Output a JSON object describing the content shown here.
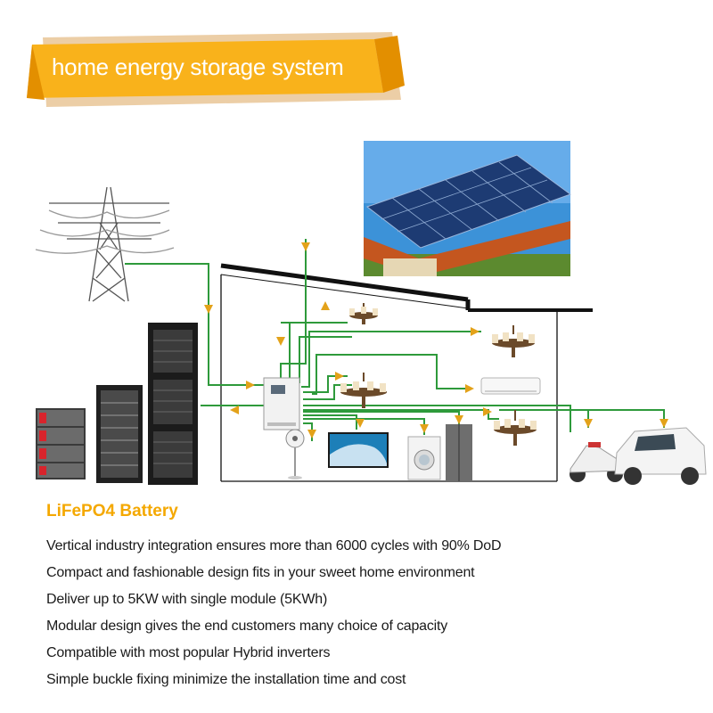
{
  "banner": {
    "title": "home energy storage system"
  },
  "section": {
    "title": "LiFePO4 Battery"
  },
  "features": [
    "Vertical industry integration ensures more than 6000 cycles with 90% DoD",
    "Compact and fashionable design fits in your sweet home environment",
    "Deliver up to 5KW with single module (5KWh)",
    "Modular design gives the end customers many choice of capacity",
    "Compatible with most popular Hybrid inverters",
    "Simple buckle fixing minimize the installation time and cost"
  ],
  "colors": {
    "banner": "#f9b21b",
    "banner_dark": "#e38f00",
    "accent": "#f4a800",
    "flow_line": "#2e9a3b",
    "arrow": "#e3a21a"
  },
  "icons": [
    "power-pylon-icon",
    "solar-roof-icon",
    "battery-module-icon",
    "battery-cabinet-icon",
    "inverter-icon",
    "chandelier-icon",
    "air-conditioner-icon",
    "fan-icon",
    "tv-icon",
    "washing-machine-icon",
    "refrigerator-icon",
    "electric-car-icon",
    "scooter-icon"
  ]
}
